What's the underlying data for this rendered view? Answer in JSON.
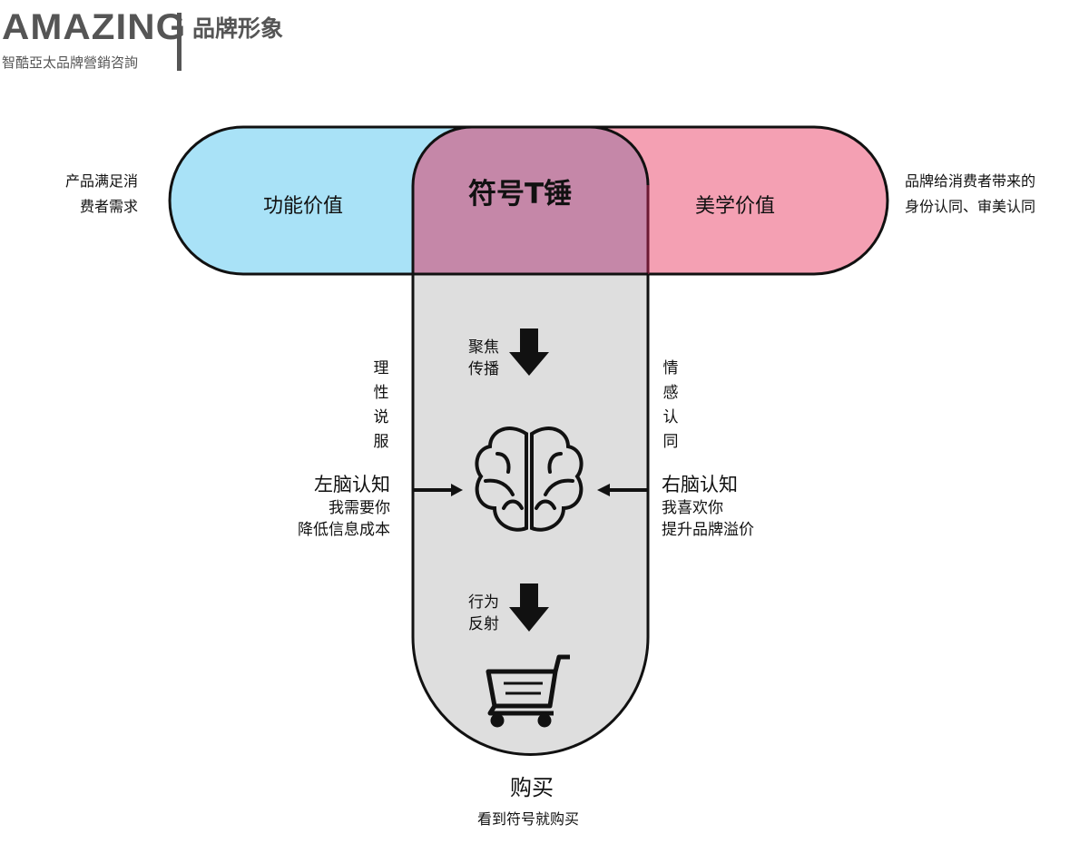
{
  "header": {
    "logo": "AMAZING",
    "subtitle": "智酷亞太品牌營銷咨詢",
    "title": "品牌形象"
  },
  "top": {
    "left_label": "功能价值",
    "center_label": "符号T锤",
    "right_label": "美学价值",
    "left_note": [
      "产品满足消",
      "费者需求"
    ],
    "right_note": [
      "品牌给消费者带来的",
      "身份认同、审美认同"
    ]
  },
  "middle": {
    "focus": [
      "聚焦",
      "传播"
    ],
    "left_vertical": "理性说服",
    "right_vertical": "情感认同",
    "left_title": "左脑认知",
    "left_lines": [
      "我需要你",
      "降低信息成本"
    ],
    "right_title": "右脑认知",
    "right_lines": [
      "我喜欢你",
      "提升品牌溢价"
    ],
    "reflex": [
      "行为",
      "反射"
    ]
  },
  "bottom": {
    "title": "购买",
    "caption": "看到符号就购买"
  },
  "colors": {
    "blue": "#a9e2f7",
    "pink": "#f4a0b3",
    "magenta": "#c587a8",
    "gray": "#dedede"
  }
}
